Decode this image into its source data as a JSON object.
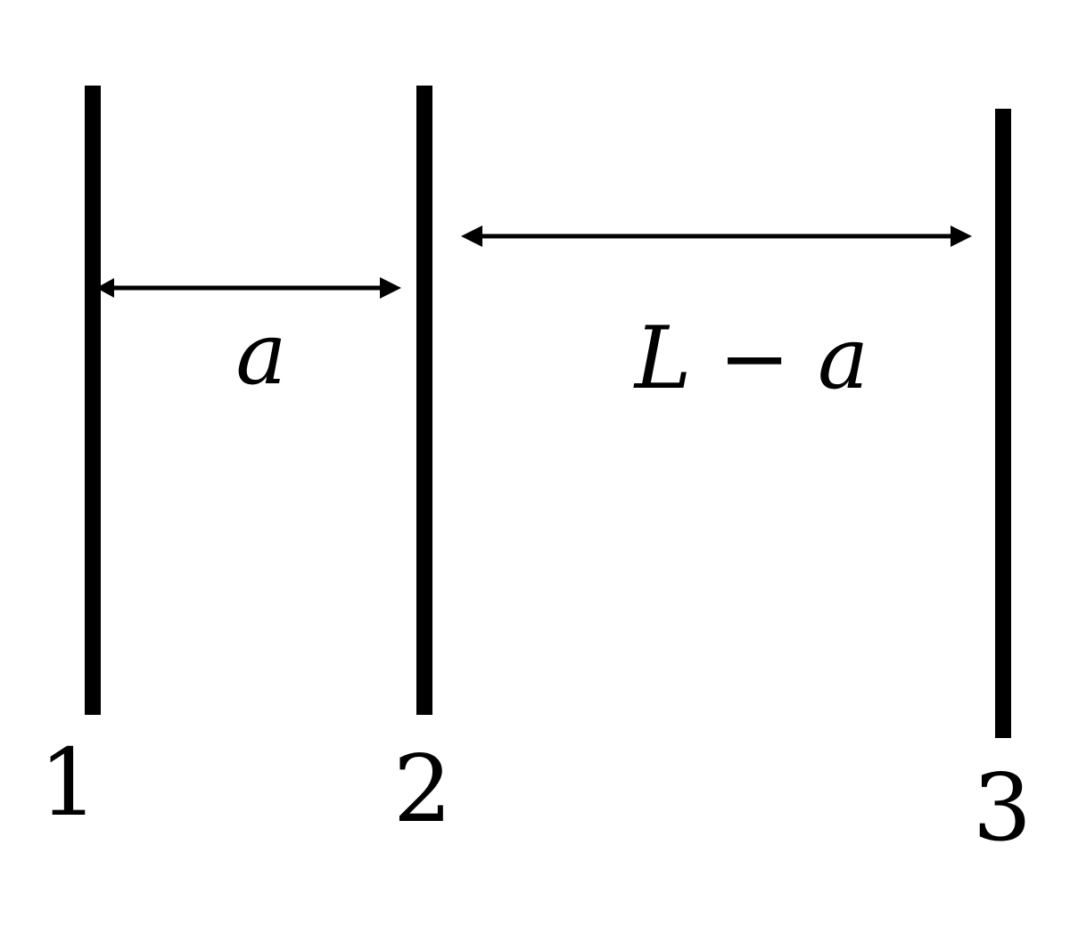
{
  "plates": [
    {
      "number": "1"
    },
    {
      "number": "2"
    },
    {
      "number": "3"
    }
  ],
  "gaps": [
    {
      "label": "a"
    },
    {
      "label": "L − a"
    }
  ],
  "colors": {
    "ink": "#000000",
    "background": "#ffffff"
  }
}
